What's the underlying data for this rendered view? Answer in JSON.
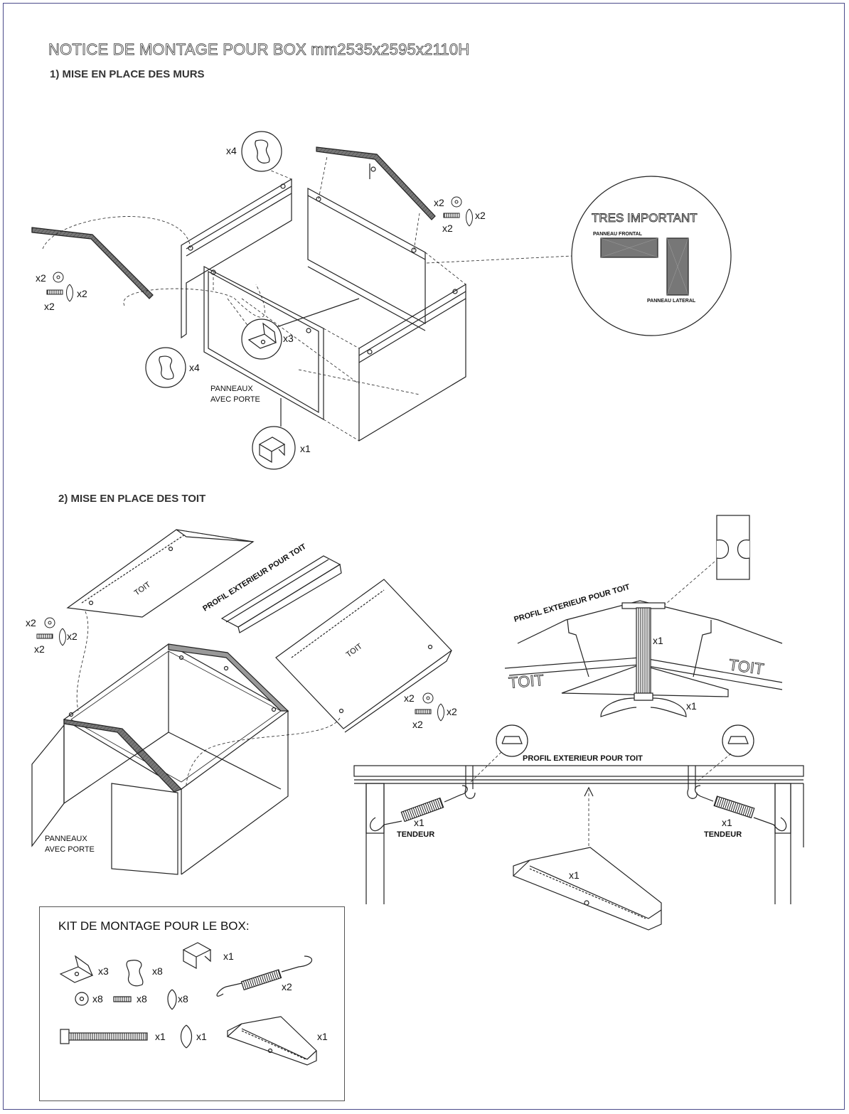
{
  "title": "NOTICE DE MONTAGE POUR BOX mm2535x2595x2110H",
  "section1": {
    "title": "1) MISE EN PLACE DES MURS",
    "important_title": "TRES IMPORTANT",
    "panneau_frontal": "PANNEAU FRONTAL",
    "panneau_lateral": "PANNEAU LATERAL",
    "panneaux_porte": [
      "PANNEAUX",
      "AVEC PORTE"
    ],
    "qty_x4": "x4",
    "qty_x3": "x3",
    "qty_x2": "x2",
    "qty_x1": "x1"
  },
  "section2": {
    "title": "2) MISE EN PLACE DES TOIT",
    "toit": "TOIT",
    "profil": "PROFIL EXTERIEUR POUR TOIT",
    "panneaux_porte": [
      "PANNEAUX",
      "AVEC PORTE"
    ],
    "tendeur": "TENDEUR",
    "qty_x1": "x1",
    "qty_x2": "x2"
  },
  "kit": {
    "title": "KIT DE MONTAGE POUR LE BOX:",
    "items": [
      {
        "icon": "angle-bracket-icon",
        "qty": "x3"
      },
      {
        "icon": "clip-icon",
        "qty": "x8"
      },
      {
        "icon": "cap-bracket-icon",
        "qty": "x1"
      },
      {
        "icon": "turnbuckle-icon",
        "qty": "x2"
      },
      {
        "icon": "washer-icon",
        "qty": "x8"
      },
      {
        "icon": "bolt-icon",
        "qty": "x8"
      },
      {
        "icon": "wing-nut-icon",
        "qty": "x8"
      },
      {
        "icon": "long-bolt-icon",
        "qty": "x1"
      },
      {
        "icon": "wing-nut-icon",
        "qty": "x1"
      },
      {
        "icon": "ridge-support-icon",
        "qty": "x1"
      }
    ]
  }
}
